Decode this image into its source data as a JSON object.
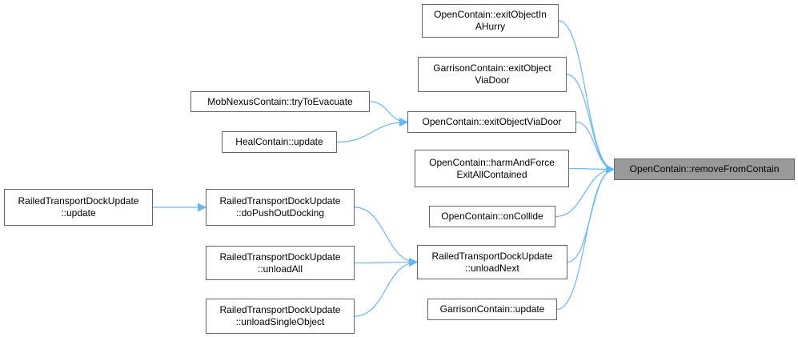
{
  "colors": {
    "edge": "#63b8ff",
    "node_border": "#666666",
    "focus_fill": "#999999"
  },
  "nodes": {
    "remove_from_contain": {
      "lines": [
        "OpenContain::removeFromContain"
      ]
    },
    "exit_object_in_a_hurry": {
      "lines": [
        "OpenContain::exitObjectIn",
        "AHurry"
      ]
    },
    "garrison_exit_object_via_door": {
      "lines": [
        "GarrisonContain::exitObject",
        "ViaDoor"
      ]
    },
    "mob_nexus_try_to_evacuate": {
      "lines": [
        "MobNexusContain::tryToEvacuate"
      ]
    },
    "open_exit_object_via_door": {
      "lines": [
        "OpenContain::exitObjectViaDoor"
      ]
    },
    "heal_contain_update": {
      "lines": [
        "HealContain::update"
      ]
    },
    "harm_and_force_exit": {
      "lines": [
        "OpenContain::harmAndForce",
        "ExitAllContained"
      ]
    },
    "railed_update": {
      "lines": [
        "RailedTransportDockUpdate",
        "::update"
      ]
    },
    "do_push_out_docking": {
      "lines": [
        "RailedTransportDockUpdate",
        "::doPushOutDocking"
      ]
    },
    "on_collide": {
      "lines": [
        "OpenContain::onCollide"
      ]
    },
    "unload_all": {
      "lines": [
        "RailedTransportDockUpdate",
        "::unloadAll"
      ]
    },
    "unload_next": {
      "lines": [
        "RailedTransportDockUpdate",
        "::unloadNext"
      ]
    },
    "unload_single_object": {
      "lines": [
        "RailedTransportDockUpdate",
        "::unloadSingleObject"
      ]
    },
    "garrison_update": {
      "lines": [
        "GarrisonContain::update"
      ]
    }
  },
  "edges": [
    {
      "from": "exit_object_in_a_hurry",
      "to": "remove_from_contain"
    },
    {
      "from": "garrison_exit_object_via_door",
      "to": "remove_from_contain"
    },
    {
      "from": "open_exit_object_via_door",
      "to": "remove_from_contain"
    },
    {
      "from": "harm_and_force_exit",
      "to": "remove_from_contain"
    },
    {
      "from": "on_collide",
      "to": "remove_from_contain"
    },
    {
      "from": "unload_next",
      "to": "remove_from_contain"
    },
    {
      "from": "garrison_update",
      "to": "remove_from_contain"
    },
    {
      "from": "mob_nexus_try_to_evacuate",
      "to": "open_exit_object_via_door"
    },
    {
      "from": "heal_contain_update",
      "to": "open_exit_object_via_door"
    },
    {
      "from": "railed_update",
      "to": "do_push_out_docking"
    },
    {
      "from": "do_push_out_docking",
      "to": "unload_next"
    },
    {
      "from": "unload_all",
      "to": "unload_next"
    },
    {
      "from": "unload_single_object",
      "to": "unload_next"
    }
  ]
}
